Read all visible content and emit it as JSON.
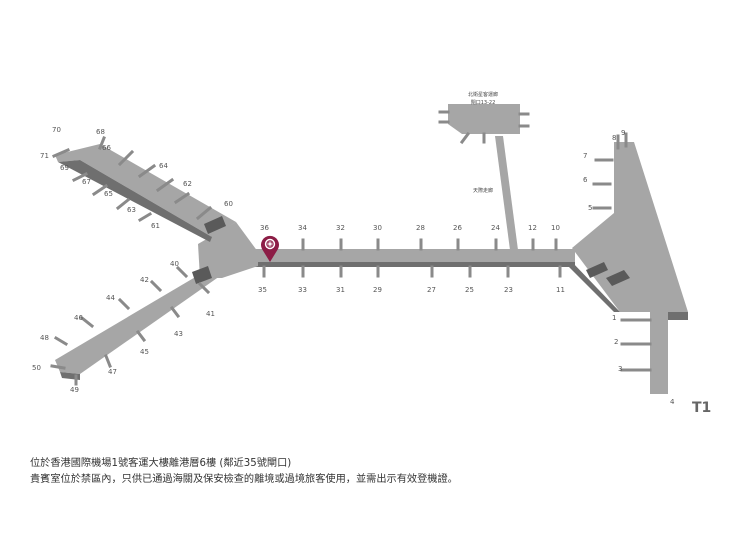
{
  "map": {
    "colors": {
      "concourse": "#a6a6a6",
      "concourse_dark": "#6f6f6f",
      "stand": "#8a8a8a",
      "bridge": "#5a5a5a",
      "marker": "#8c1d46",
      "terminal_label": "#666666"
    },
    "labels": {
      "north_satellite": [
        "北衛星客運廊",
        "閘口13-22"
      ],
      "sky_bridge": "天際走廊",
      "terminal": "T1"
    },
    "gates": [
      {
        "id": "70"
      },
      {
        "id": "71"
      },
      {
        "id": "69"
      },
      {
        "id": "68"
      },
      {
        "id": "67"
      },
      {
        "id": "66"
      },
      {
        "id": "65"
      },
      {
        "id": "64"
      },
      {
        "id": "63"
      },
      {
        "id": "62"
      },
      {
        "id": "61"
      },
      {
        "id": "60"
      },
      {
        "id": "40"
      },
      {
        "id": "42"
      },
      {
        "id": "41"
      },
      {
        "id": "44"
      },
      {
        "id": "43"
      },
      {
        "id": "46"
      },
      {
        "id": "45"
      },
      {
        "id": "48"
      },
      {
        "id": "47"
      },
      {
        "id": "50"
      },
      {
        "id": "49"
      },
      {
        "id": "36"
      },
      {
        "id": "35"
      },
      {
        "id": "34"
      },
      {
        "id": "33"
      },
      {
        "id": "32"
      },
      {
        "id": "31"
      },
      {
        "id": "30"
      },
      {
        "id": "29"
      },
      {
        "id": "28"
      },
      {
        "id": "27"
      },
      {
        "id": "26"
      },
      {
        "id": "25"
      },
      {
        "id": "24"
      },
      {
        "id": "23"
      },
      {
        "id": "12"
      },
      {
        "id": "10"
      },
      {
        "id": "11"
      },
      {
        "id": "8"
      },
      {
        "id": "9"
      },
      {
        "id": "7"
      },
      {
        "id": "6"
      },
      {
        "id": "5"
      },
      {
        "id": "1"
      },
      {
        "id": "2"
      },
      {
        "id": "3"
      },
      {
        "id": "4"
      }
    ],
    "marker_icon": "lounge-location-pin-icon"
  },
  "notes": {
    "line1": "位於香港國際機場1號客運大樓離港層6樓 (鄰近35號閘口)",
    "line2": "貴賓室位於禁區內，只供已通過海關及保安檢查的離境或過境旅客使用，並需出示有效登機證。"
  }
}
